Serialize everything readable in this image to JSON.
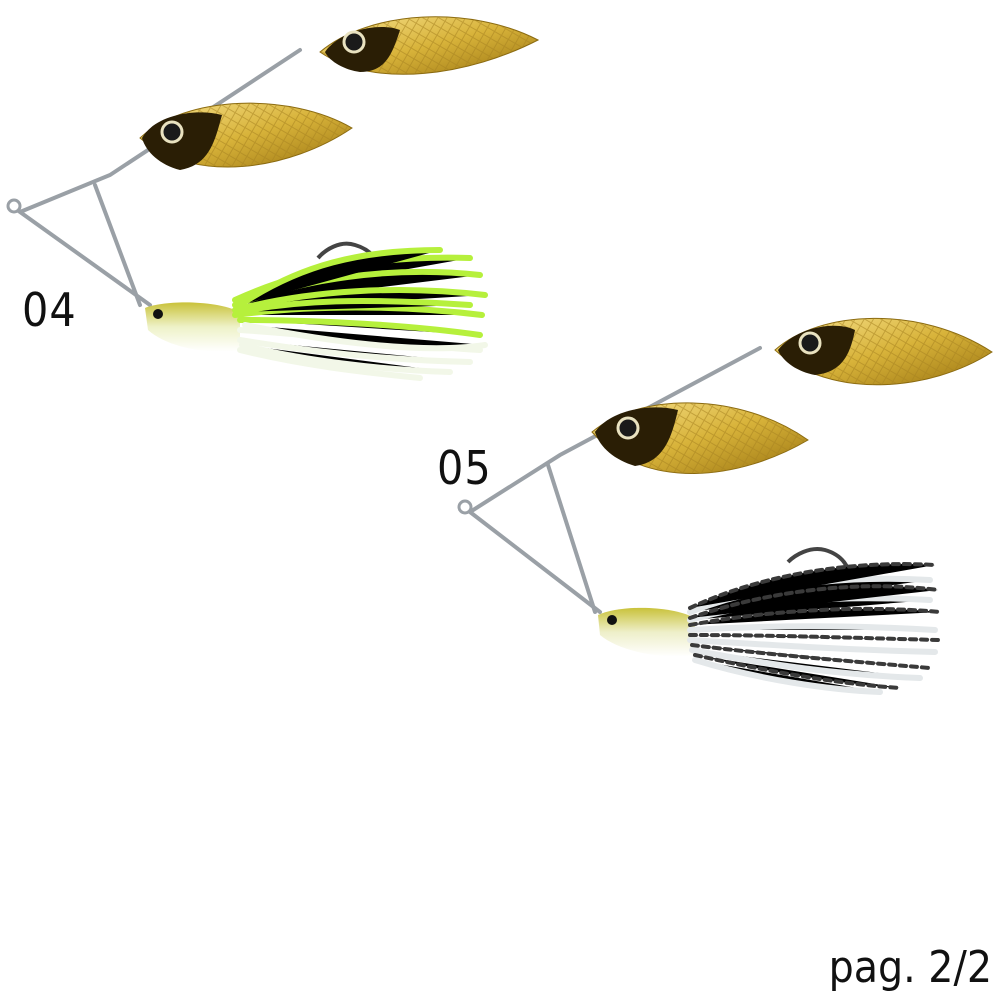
{
  "products": [
    {
      "code": "04",
      "skirt_colors": [
        "#b6f03c",
        "#f2f7e8"
      ],
      "head_color": "#eef2c8"
    },
    {
      "code": "05",
      "skirt_colors": [
        "#3a3a3a",
        "#e4e8ea"
      ],
      "head_color": "#eeefc9"
    }
  ],
  "pagination": {
    "label": "pag. 2/2"
  },
  "colors": {
    "blade_gold": "#d8b33a",
    "blade_dark": "#3a2a05",
    "wire": "#9aa0a6"
  }
}
